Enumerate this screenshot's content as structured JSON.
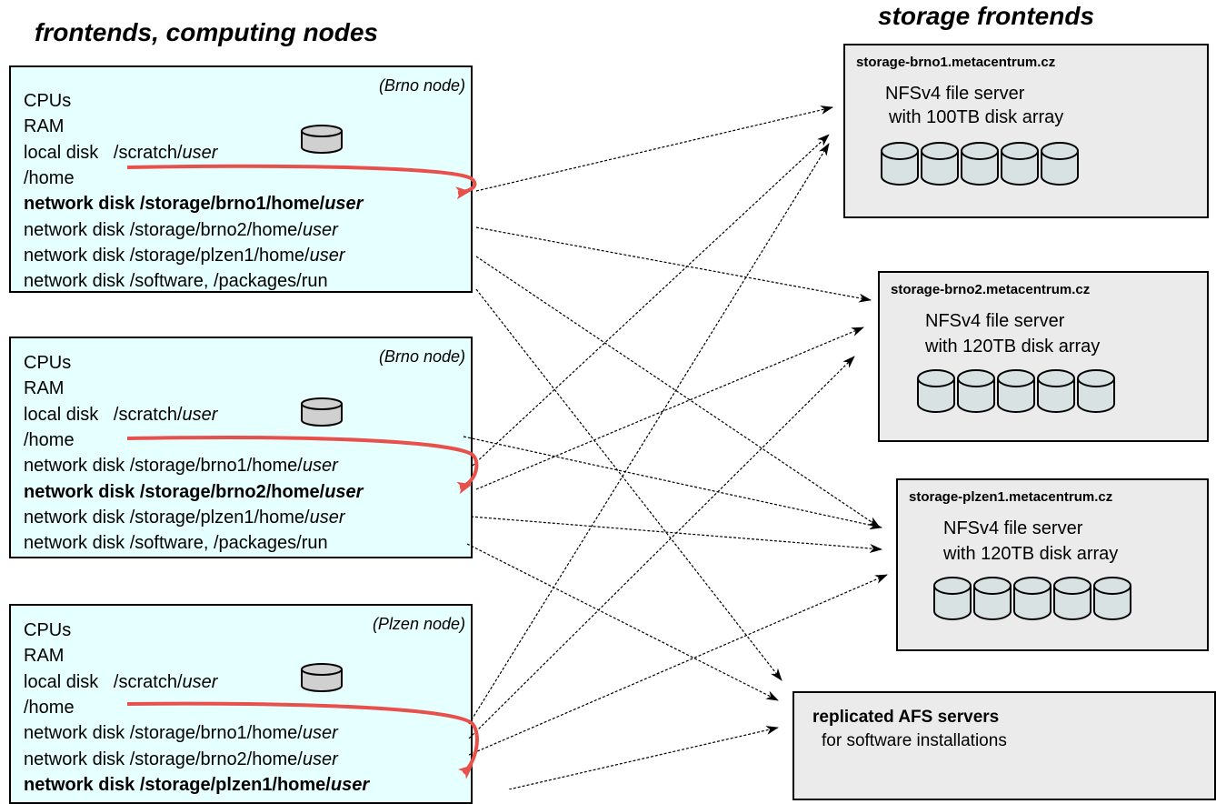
{
  "headings": {
    "left": "frontends, computing nodes",
    "right": "storage frontends"
  },
  "nodes": [
    {
      "type_label": "(Brno node)",
      "lines": [
        {
          "prefix": "CPUs",
          "user": "",
          "bold": false
        },
        {
          "prefix": "RAM",
          "user": "",
          "bold": false
        },
        {
          "prefix": "local disk   /scratch/",
          "user": "user",
          "bold": false
        },
        {
          "prefix": "/home",
          "user": "",
          "bold": false
        },
        {
          "prefix": "network disk /storage/brno1/home/",
          "user": "user",
          "bold": true
        },
        {
          "prefix": "network disk /storage/brno2/home/",
          "user": "user",
          "bold": false
        },
        {
          "prefix": "network disk /storage/plzen1/home/",
          "user": "user",
          "bold": false
        },
        {
          "prefix": "network disk /software, /packages/run",
          "user": "",
          "bold": false
        }
      ]
    },
    {
      "type_label": "(Brno node)",
      "lines": [
        {
          "prefix": "CPUs",
          "user": "",
          "bold": false
        },
        {
          "prefix": "RAM",
          "user": "",
          "bold": false
        },
        {
          "prefix": "local disk   /scratch/",
          "user": "user",
          "bold": false
        },
        {
          "prefix": "/home",
          "user": "",
          "bold": false
        },
        {
          "prefix": "network disk /storage/brno1/home/",
          "user": "user",
          "bold": false
        },
        {
          "prefix": "network disk /storage/brno2/home/",
          "user": "user",
          "bold": true
        },
        {
          "prefix": "network disk /storage/plzen1/home/",
          "user": "user",
          "bold": false
        },
        {
          "prefix": "network disk /software, /packages/run",
          "user": "",
          "bold": false
        }
      ]
    },
    {
      "type_label": "(Plzen node)",
      "lines": [
        {
          "prefix": "CPUs",
          "user": "",
          "bold": false
        },
        {
          "prefix": "RAM",
          "user": "",
          "bold": false
        },
        {
          "prefix": "local disk   /scratch/",
          "user": "user",
          "bold": false
        },
        {
          "prefix": "/home",
          "user": "",
          "bold": false
        },
        {
          "prefix": "network disk /storage/brno1/home/",
          "user": "user",
          "bold": false
        },
        {
          "prefix": "network disk /storage/brno2/home/",
          "user": "user",
          "bold": false
        },
        {
          "prefix": "network disk /storage/plzen1/home/",
          "user": "user",
          "bold": true
        }
      ]
    }
  ],
  "servers": [
    {
      "host": "storage-brno1.metacentrum.cz",
      "desc1": "NFSv4 file server",
      "desc2": "with 100TB disk array"
    },
    {
      "host": "storage-brno2.metacentrum.cz",
      "desc1": "NFSv4 file server",
      "desc2": "with 120TB disk array"
    },
    {
      "host": "storage-plzen1.metacentrum.cz",
      "desc1": "NFSv4 file server",
      "desc2": "with 120TB disk array"
    }
  ],
  "afs": {
    "title": "replicated AFS servers",
    "subtitle": "for software installations"
  },
  "colors": {
    "node_bg": "#e6ffff",
    "server_bg": "#ebebeb",
    "home_arrow": "#e8504c",
    "disk_fill_node": "#d0d0d0",
    "disk_fill_server": "#d8e2e2"
  }
}
